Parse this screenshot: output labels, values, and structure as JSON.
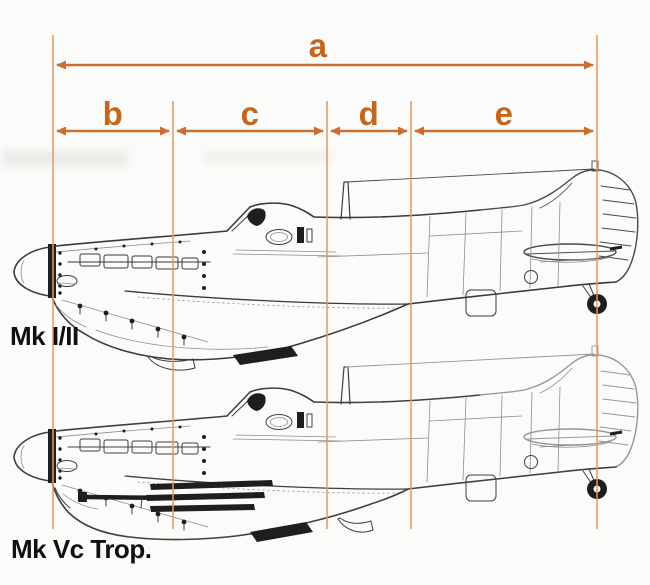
{
  "diagram": {
    "type": "aircraft-dimension-diagram",
    "subject": "Supermarine Spitfire side-profile comparison with fuselage section dimensions",
    "dimensions": {
      "overall_label": "a",
      "segment_labels": [
        "b",
        "c",
        "d",
        "e"
      ]
    },
    "aircraft_variants": [
      {
        "name": "Mk I/II"
      },
      {
        "name": "Mk Vc Trop."
      }
    ],
    "colors": {
      "dimension_line": "#c96e30",
      "dimension_tick": "#e29a61",
      "dimension_label_text": "#c4661d",
      "drawing_ink": "#3a3a3a",
      "drawing_faint_ink": "#979797",
      "variant_label_text": "#101010",
      "background": "#fbfbf9"
    }
  }
}
